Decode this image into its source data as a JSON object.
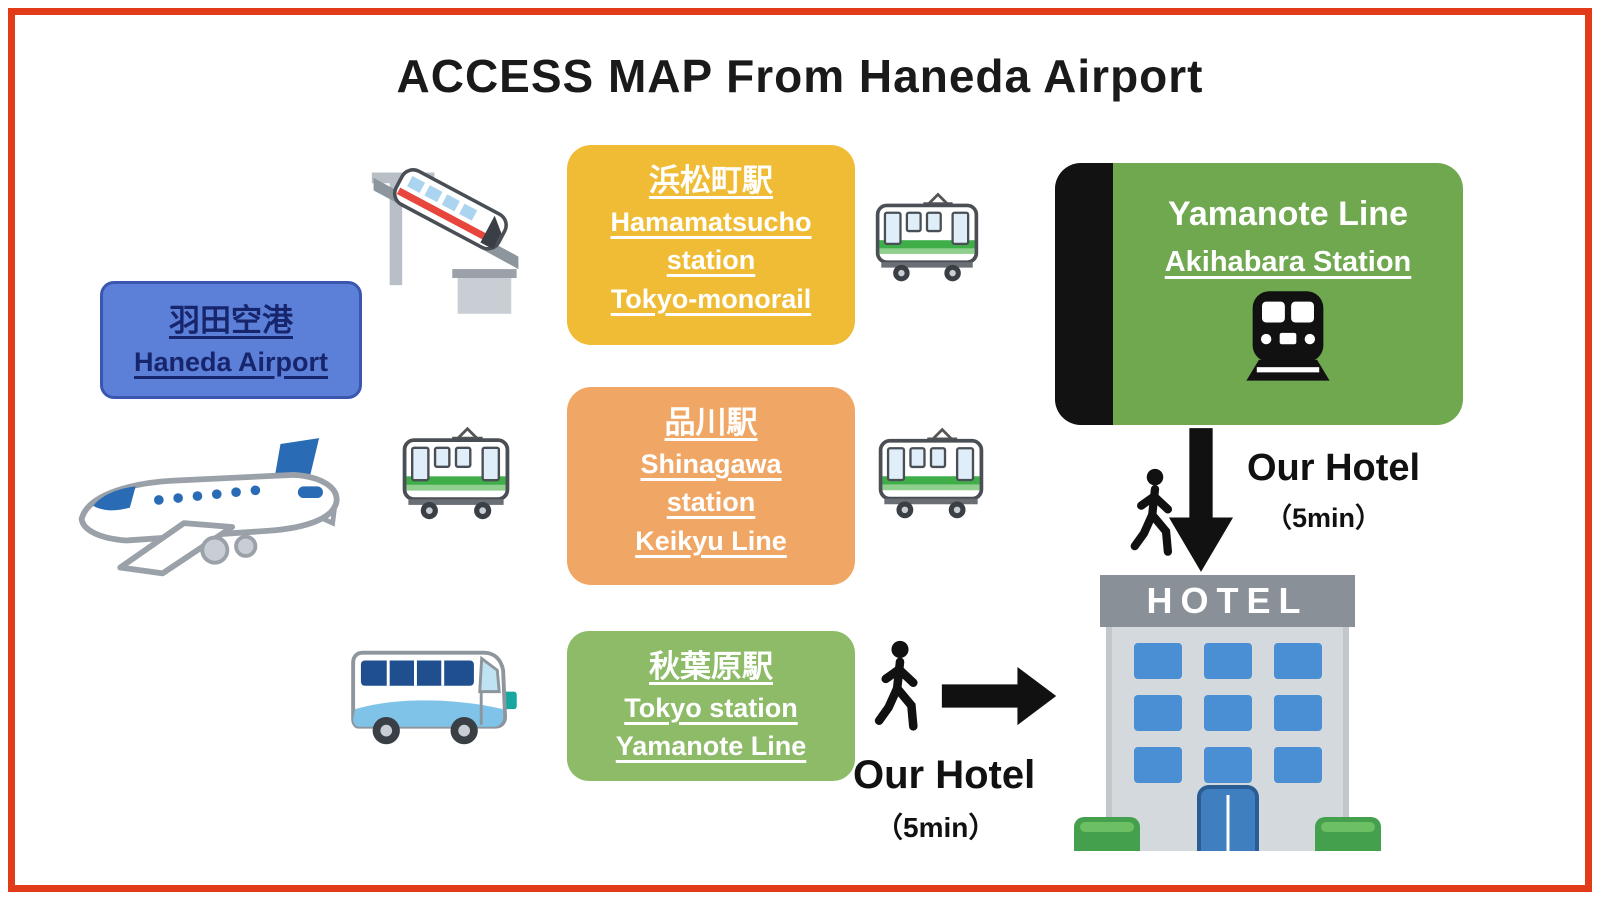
{
  "title": "ACCESS MAP From Haneda Airport",
  "airport": {
    "jp": "羽田空港",
    "en": "Haneda Airport"
  },
  "route1": {
    "jp": "浜松町駅",
    "en1": "Hamamatsucho",
    "en2": "station",
    "line": "Tokyo-monorail"
  },
  "route2": {
    "jp": "品川駅",
    "en1": "Shinagawa",
    "en2": "station",
    "line": "Keikyu Line"
  },
  "route3": {
    "jp": "秋葉原駅",
    "en1": "Tokyo station",
    "line": "Yamanote Line"
  },
  "destination": {
    "line": "Yamanote Line",
    "station": "Akihabara Station"
  },
  "walk_upper": {
    "label": "Our Hotel",
    "time": "（5min）"
  },
  "walk_lower": {
    "label": "Our Hotel",
    "time": "（5min）"
  },
  "hotel": {
    "sign": "HOTEL"
  },
  "icons": {
    "monorail": "monorail-icon",
    "airplane": "airplane-icon",
    "commuter_train": "commuter-train-icon",
    "train_front": "train-front-icon",
    "bus": "bus-icon",
    "walker": "walking-person-icon",
    "arrow_down": "arrow-down-icon",
    "arrow_right": "arrow-right-icon"
  },
  "colors": {
    "frame_border": "#e23b19",
    "airport_blue": "#5c80d8",
    "airport_text": "#17256d",
    "hamamatsucho_yellow": "#f0bc35",
    "shinagawa_orange": "#f0a765",
    "akihabara_route_green": "#8dbb67",
    "yamanote_green": "#6fa84e",
    "train_stripe_green": "#3fae49",
    "hotel_window_blue": "#4a8fd3",
    "text_black": "#111111"
  }
}
